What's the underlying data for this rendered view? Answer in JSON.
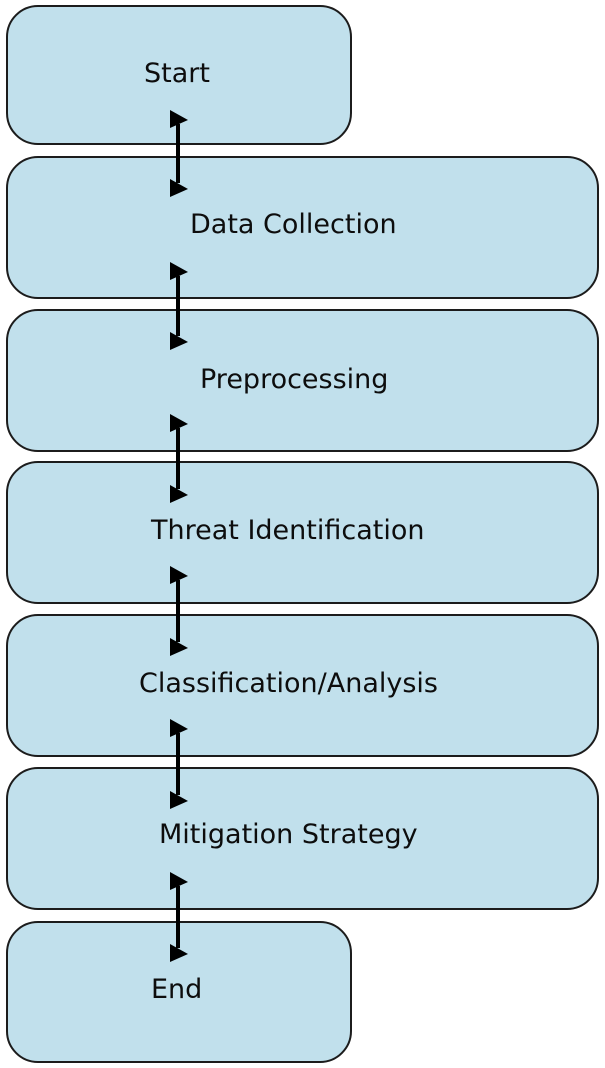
{
  "diagram": {
    "type": "flowchart",
    "direction": "top-to-bottom",
    "nodes": [
      {
        "id": "start",
        "label": "Start"
      },
      {
        "id": "data-collection",
        "label": "Data Collection"
      },
      {
        "id": "preprocessing",
        "label": "Preprocessing"
      },
      {
        "id": "threat-identification",
        "label": "Threat Identification"
      },
      {
        "id": "classification-analysis",
        "label": "Classification/Analysis"
      },
      {
        "id": "mitigation-strategy",
        "label": "Mitigation Strategy"
      },
      {
        "id": "end",
        "label": "End"
      }
    ],
    "edges": [
      {
        "from": "start",
        "to": "data-collection",
        "arrows": "both"
      },
      {
        "from": "data-collection",
        "to": "preprocessing",
        "arrows": "both"
      },
      {
        "from": "preprocessing",
        "to": "threat-identification",
        "arrows": "both"
      },
      {
        "from": "threat-identification",
        "to": "classification-analysis",
        "arrows": "both"
      },
      {
        "from": "classification-analysis",
        "to": "mitigation-strategy",
        "arrows": "both"
      },
      {
        "from": "mitigation-strategy",
        "to": "end",
        "arrows": "both"
      }
    ],
    "colors": {
      "node_fill": "#c1e0ec",
      "node_border": "#1c1c1c",
      "arrow": "#000000",
      "text": "#0d0d0d"
    }
  }
}
